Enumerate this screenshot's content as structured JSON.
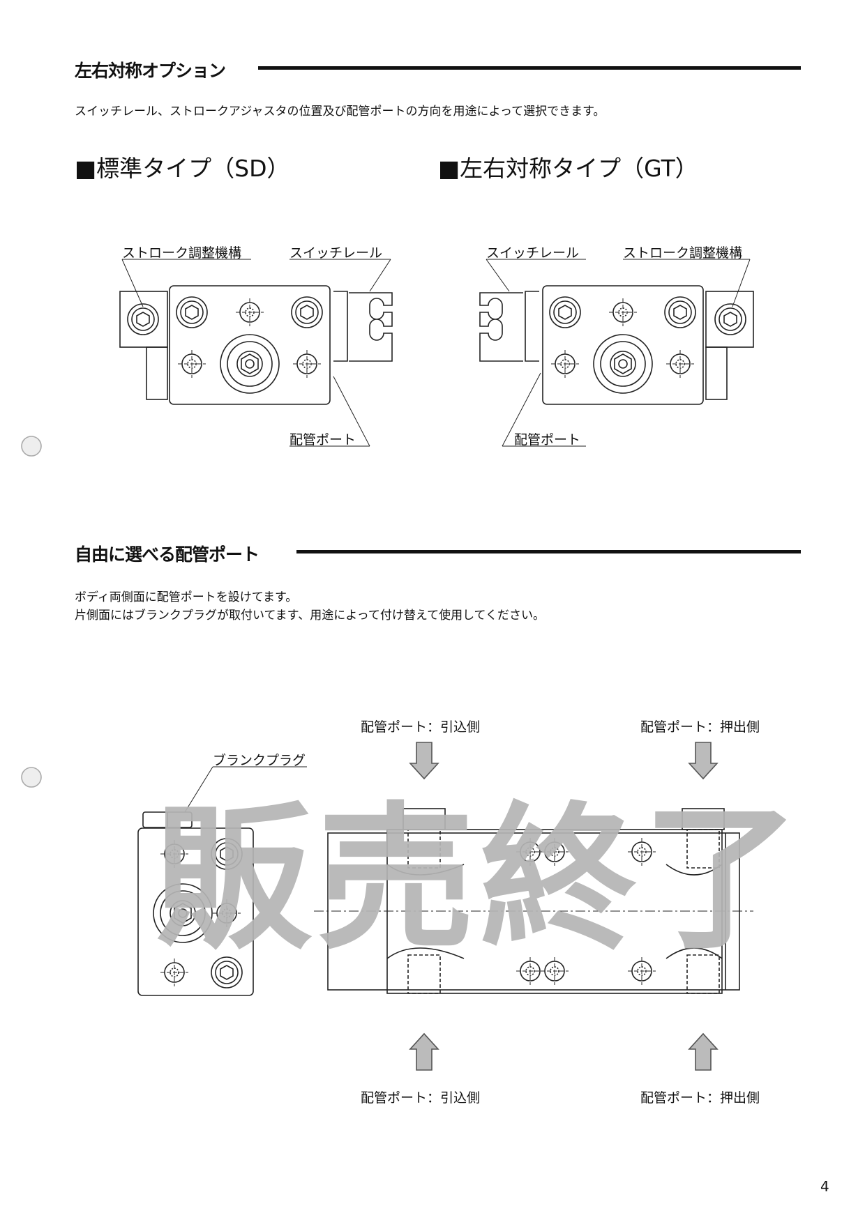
{
  "section1": {
    "heading": "左右対称オプション",
    "description": "スイッチレール、ストロークアジャスタの位置及び配管ポートの方向を用途によって選択できます。",
    "standard": {
      "title": "■標準タイプ（SD）",
      "labels": {
        "stroke_adjuster": "ストローク調整機構",
        "switch_rail": "スイッチレール",
        "port": "配管ポート"
      }
    },
    "symmetric": {
      "title": "■左右対称タイプ（GT）",
      "labels": {
        "switch_rail": "スイッチレール",
        "stroke_adjuster": "ストローク調整機構",
        "port": "配管ポート"
      }
    }
  },
  "section2": {
    "heading": "自由に選べる配管ポート",
    "lines": [
      "ボディ両側面に配管ポートを設けてます。",
      "片側面にはブランクプラグが取付いてます、用途によって付け替えて使用してください。"
    ],
    "labels": {
      "blank_plug": "ブランクプラグ",
      "top_intake": "配管ポート：引込側",
      "top_push": "配管ポート：押出側",
      "bottom_intake": "配管ポート：引込側",
      "bottom_push": "配管ポート：押出側"
    }
  },
  "watermark": "販売終了",
  "page_number": "4"
}
